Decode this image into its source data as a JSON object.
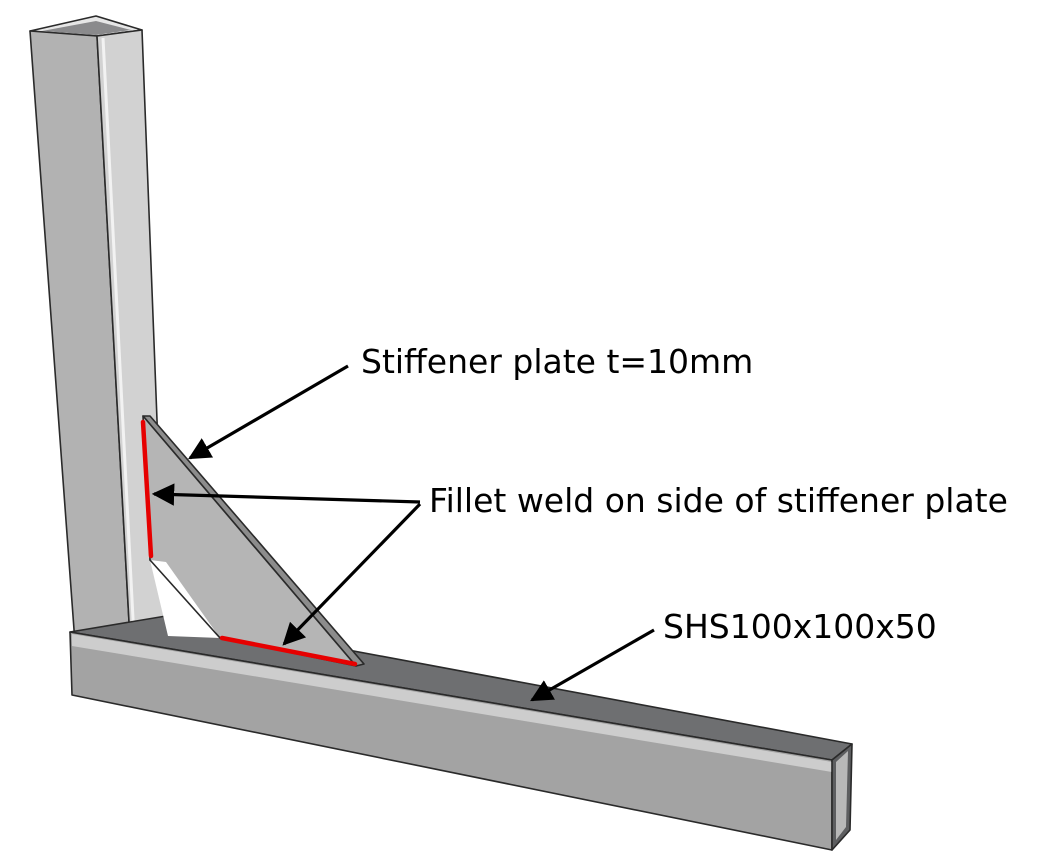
{
  "labels": {
    "stiffener": "Stiffener plate t=10mm",
    "weld": "Fillet weld on side of stiffener plate",
    "section": "SHS100x100x50"
  },
  "colors": {
    "weld": "#e60000",
    "steel_light": "#cfcfcf",
    "steel_mid": "#a9a9a9",
    "steel_dark": "#6e6f71",
    "outline": "#2a2a2a"
  }
}
